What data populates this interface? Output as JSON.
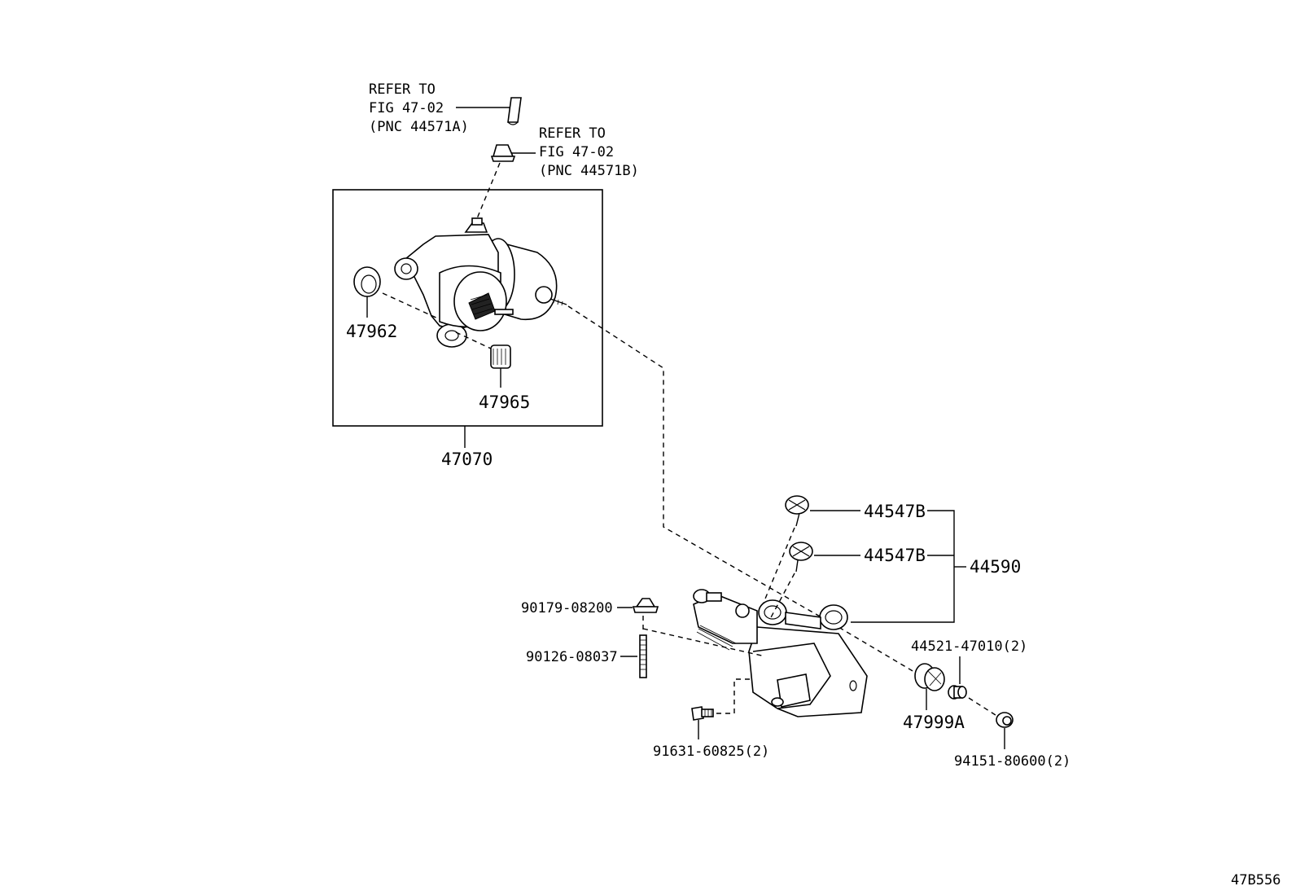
{
  "refer_a": {
    "line1": "REFER TO",
    "line2": "FIG 47-02",
    "line3": "(PNC 44571A)"
  },
  "refer_b": {
    "line1": "REFER TO",
    "line2": "FIG 47-02",
    "line3": "(PNC 44571B)"
  },
  "parts": {
    "p47962": "47962",
    "p47965": "47965",
    "p47070": "47070",
    "p44547b_upper": "44547B",
    "p44547b_lower": "44547B",
    "p44590": "44590",
    "p90179": "90179-08200",
    "p90126": "90126-08037",
    "p44521": "44521-47010(2)",
    "p47999a": "47999A",
    "p91631": "91631-60825(2)",
    "p94151": "94151-80600(2)"
  },
  "figure_code": "47B556"
}
